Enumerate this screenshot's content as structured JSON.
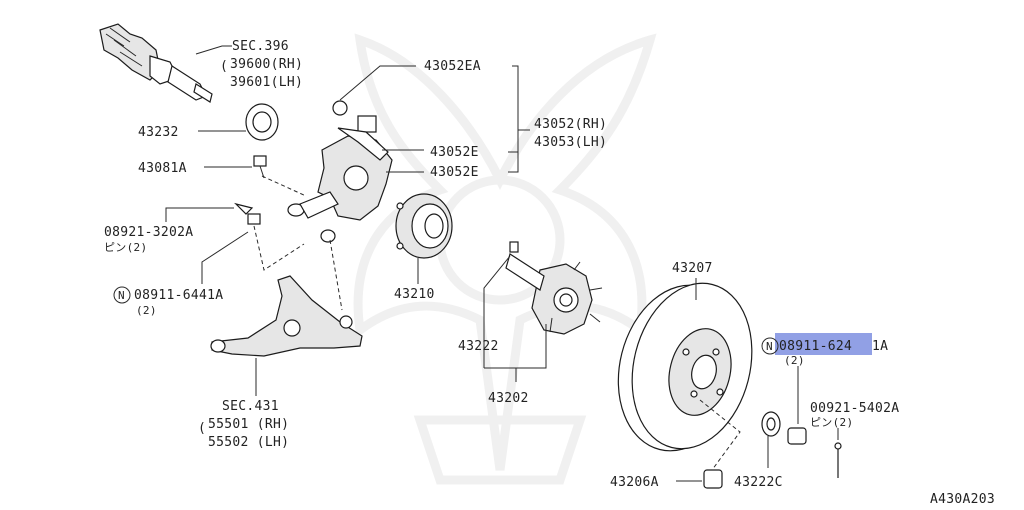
{
  "diagram_id": "A430A203",
  "highlight_color": "#7e8fe0",
  "callouts": {
    "sec396": "SEC.396",
    "p39600": "39600(RH)",
    "p39601": "39601(LH)",
    "p43232": "43232",
    "p43081A": "43081A",
    "p08921": "08921-3202A",
    "pin1": "ピン(2)",
    "n1": "N",
    "p08911_6441A": "08911-6441A",
    "q1": "(2)",
    "p43052EA": "43052EA",
    "p43052": "43052(RH)",
    "p43053": "43053(LH)",
    "p43052E_a": "43052E",
    "p43052E_b": "43052E",
    "p43210": "43210",
    "p43222": "43222",
    "p43202": "43202",
    "p43207": "43207",
    "n2": "N",
    "p08911_6241A_hl": "08911-624",
    "p08911_6241A_rest": "1A",
    "q2": "(2)",
    "p00921": "00921-5402A",
    "pin2": "ピン(2)",
    "p43206A": "43206A",
    "p43222C": "43222C",
    "sec431": "SEC.431",
    "p55501": "55501 (RH)",
    "p55502": "55502 (LH)"
  }
}
